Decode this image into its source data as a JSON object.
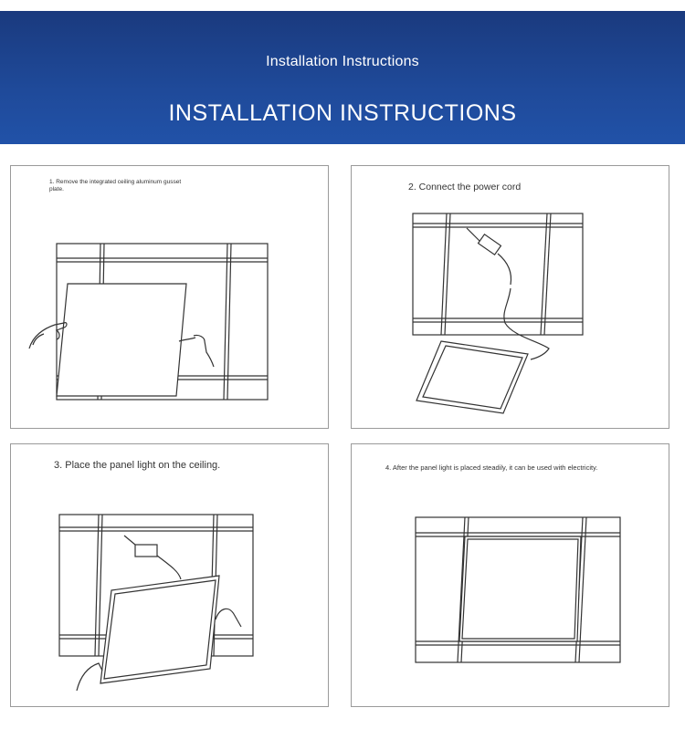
{
  "header": {
    "subtitle": "Installation Instructions",
    "title": "INSTALLATION INSTRUCTIONS"
  },
  "steps": [
    {
      "caption": "1. Remove the integrated ceiling aluminum gusset\nplate."
    },
    {
      "caption": "2. Connect the power cord"
    },
    {
      "caption": "3. Place the panel light on the ceiling."
    },
    {
      "caption": "4. After the panel light is placed steadily, it can be used with electricity."
    }
  ],
  "colors": {
    "banner": "#1f4a9a",
    "line": "#333333"
  }
}
